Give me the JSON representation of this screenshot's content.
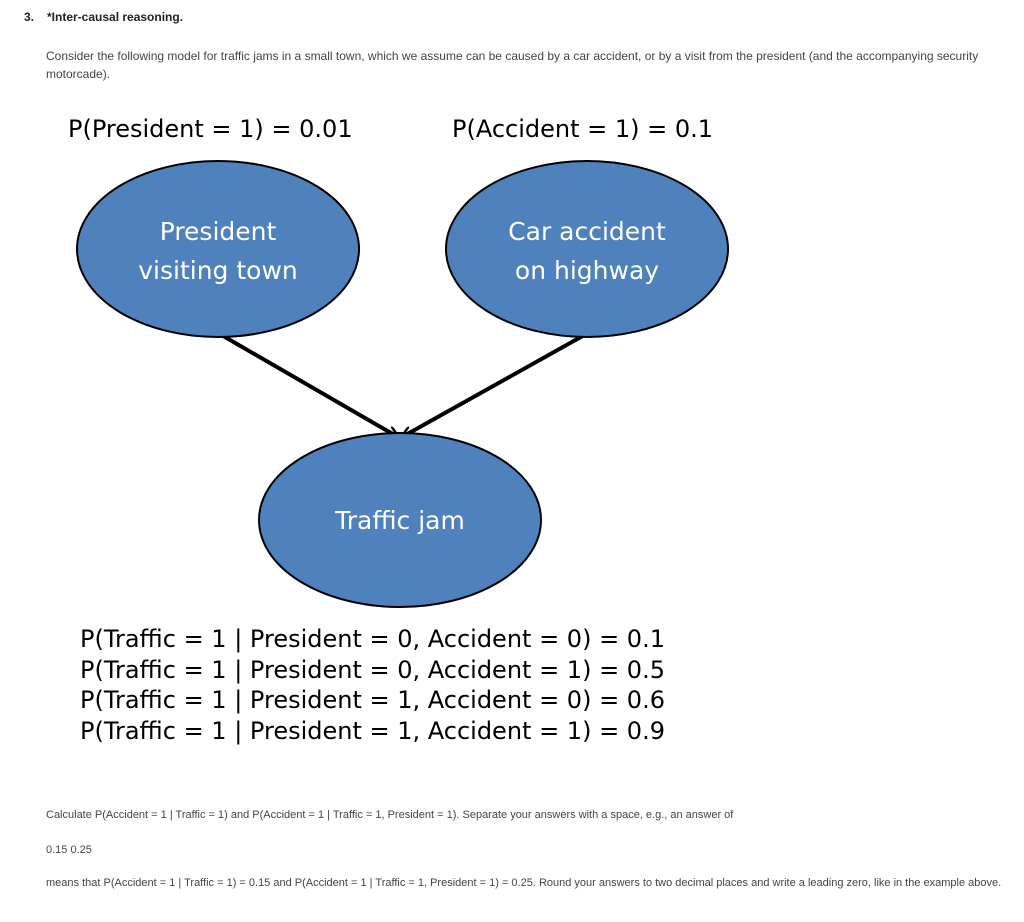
{
  "question": {
    "number": "3.",
    "title": "*Inter-causal reasoning.",
    "intro": "Consider the following model for traffic jams in a small town, which we assume can be caused by a car accident, or by a visit from the president (and the accompanying security motorcade)."
  },
  "diagram": {
    "priors": {
      "president": "P(President = 1) = 0.01",
      "accident": "P(Accident = 1) = 0.1"
    },
    "nodes": {
      "president": [
        "President",
        "visiting town"
      ],
      "accident": [
        "Car accident",
        "on highway"
      ],
      "traffic": [
        "Traffic jam"
      ]
    },
    "node_fill": "#4f81bd",
    "node_stroke": "#000000",
    "node_text_color": "#ffffff",
    "cpt": [
      "P(Traffic = 1 | President = 0, Accident = 0) = 0.1",
      "P(Traffic = 1 | President = 0, Accident = 1) = 0.5",
      "P(Traffic = 1 | President = 1, Accident = 0) = 0.6",
      "P(Traffic = 1 | President = 1, Accident = 1) = 0.9"
    ]
  },
  "task": {
    "instruction": "Calculate P(Accident = 1 | Traffic = 1) and P(Accident = 1 | Traffic = 1, President = 1). Separate your answers with a space, e.g., an answer of",
    "example": "0.15 0.25",
    "explanation": "means that P(Accident = 1 | Traffic = 1) = 0.15 and P(Accident = 1 | Traffic = 1, President = 1) = 0.25. Round your answers to two decimal places and write a leading zero, like in the example above."
  }
}
